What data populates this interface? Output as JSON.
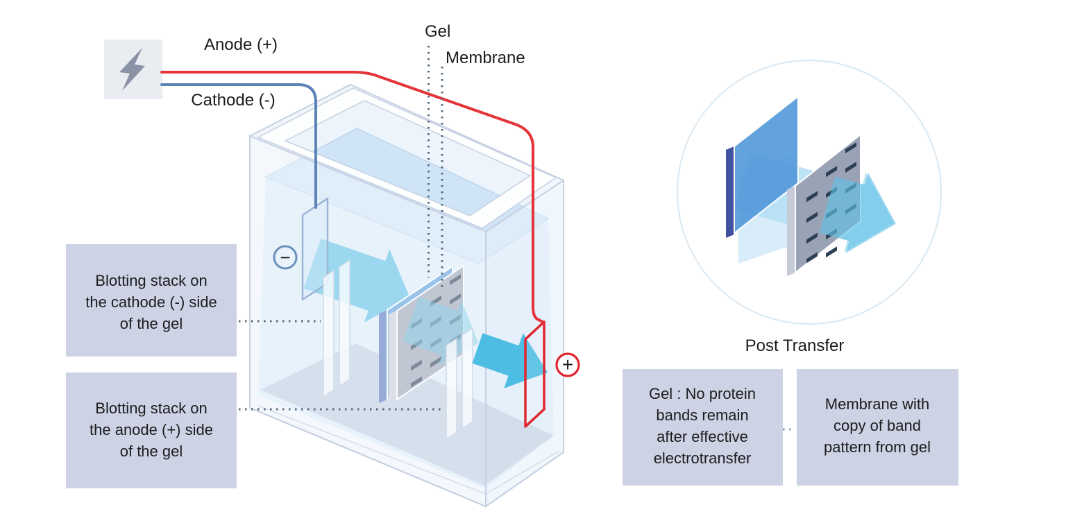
{
  "power_supply": {
    "icon": "lightning-bolt-icon"
  },
  "labels": {
    "anode": "Anode (+)",
    "cathode": "Cathode (-)",
    "gel": "Gel",
    "membrane": "Membrane"
  },
  "electrodes": {
    "anode_symbol": "+",
    "cathode_symbol": "−"
  },
  "callouts": {
    "cathode_stack": {
      "lines": [
        "Blotting stack on",
        "the cathode (-) side",
        "of the gel"
      ]
    },
    "anode_stack": {
      "lines": [
        "Blotting stack on",
        "the anode (+) side",
        "of the gel"
      ]
    }
  },
  "post_transfer": {
    "title": "Post Transfer",
    "gel_box": {
      "lines": [
        "Gel : No protein",
        "bands remain",
        "after effective",
        "electrotransfer"
      ]
    },
    "membrane_box": {
      "lines": [
        "Membrane with",
        "copy of band",
        "pattern from gel"
      ]
    }
  },
  "colors": {
    "anode_red": "#e0262e",
    "wire_red": "#e5333a",
    "cathode_blue": "#5b83b5",
    "callout_bg": "#cdd3e5",
    "arrow_cyan": "#45b9e2",
    "arrow_light": "#b5e0f4",
    "arrow_front": "#5fc2e7",
    "gel_blue": "#4d96d8",
    "gel_edge": "#5575c0",
    "membrane_gray": "#9aa3b6",
    "membrane_edge": "#c6cbd8",
    "band_dark": "#2c3f55",
    "tank_line": "#c6d0e2",
    "dash_gray": "#546b7e",
    "text": "#1c1c1e"
  }
}
